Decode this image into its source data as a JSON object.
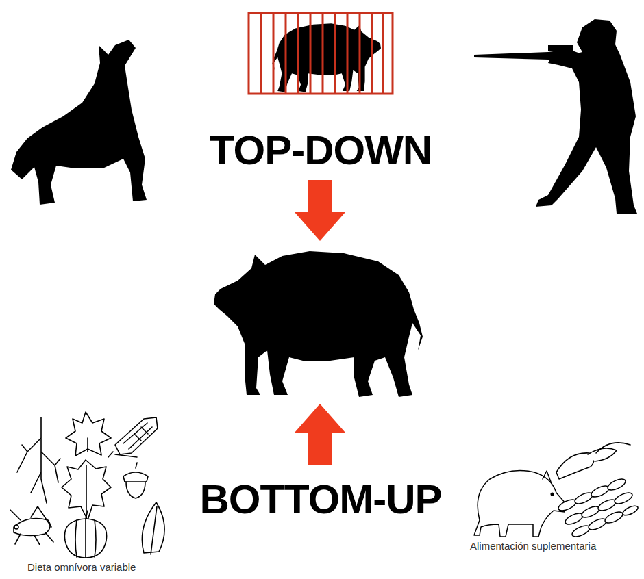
{
  "diagram": {
    "labels": [
      "TOP-DOWN",
      "BOTTOM-UP",
      "Dieta omnívora variable",
      "Alimentación suplementaria"
    ]
  }
}
